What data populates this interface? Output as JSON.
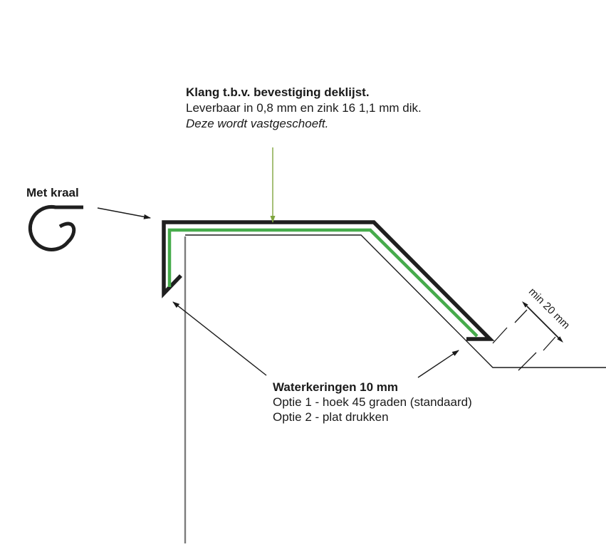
{
  "diagram": {
    "klang_note": {
      "title": "Klang t.b.v. bevestiging deklijst.",
      "subtitle": "Leverbaar in 0,8 mm en zink 16 1,1 mm dik.",
      "note": "Deze wordt vastgeschoeft."
    },
    "kraal_label": "Met kraal",
    "waterkering_note": {
      "title": "Waterkeringen 10 mm",
      "option1": "Optie 1 - hoek 45 graden (standaard)",
      "option2": "Optie 2 - plat drukken"
    },
    "dimension_label": "min 20 mm"
  },
  "colors": {
    "profile": "#1f1f1f",
    "klang_strip": "#46ab4b",
    "klang_arrow": "#7fa53e",
    "building_line": "#1a1a1a",
    "building_wall": "#7c7c7c",
    "annotation_line": "#1a1a1a",
    "text": "#1a1a1a",
    "background": "#ffffff"
  }
}
